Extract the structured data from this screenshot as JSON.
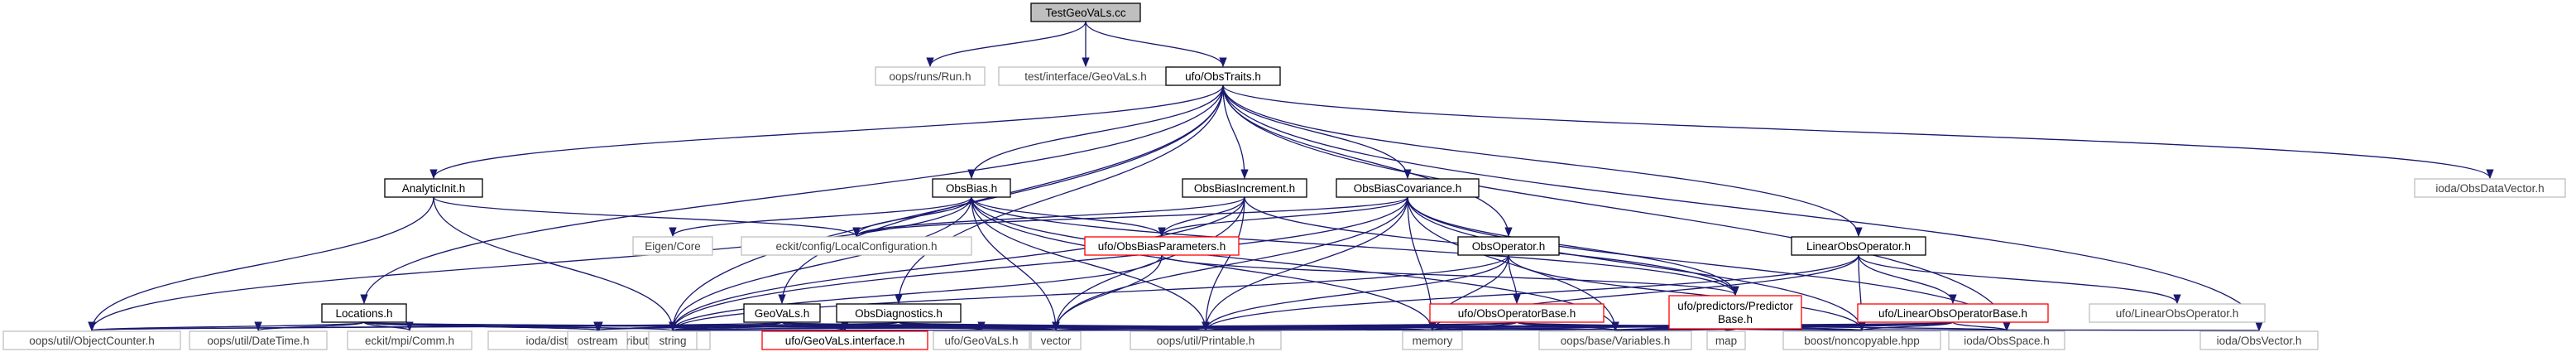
{
  "colors": {
    "edge": "#191970",
    "border_normal": "#000000",
    "border_muted": "#bfbfbf",
    "border_red": "#ff0000",
    "text_normal": "#000000",
    "text_muted": "#404040",
    "fill_root": "#bfbfbf",
    "fill_node": "#ffffff"
  },
  "nodes": [
    {
      "id": "root",
      "label": "TestGeoVaLs.cc",
      "style": "root"
    },
    {
      "id": "run",
      "label": "oops/runs/Run.h",
      "style": "muted"
    },
    {
      "id": "tgeovals",
      "label": "test/interface/GeoVaLs.h",
      "style": "muted"
    },
    {
      "id": "obstraits",
      "label": "ufo/ObsTraits.h",
      "style": "normal"
    },
    {
      "id": "analyticinit",
      "label": "AnalyticInit.h",
      "style": "normal"
    },
    {
      "id": "obsbias",
      "label": "ObsBias.h",
      "style": "normal"
    },
    {
      "id": "obsbiasinc",
      "label": "ObsBiasIncrement.h",
      "style": "normal"
    },
    {
      "id": "obsbiascov",
      "label": "ObsBiasCovariance.h",
      "style": "normal"
    },
    {
      "id": "obsdatavector",
      "label": "ioda/ObsDataVector.h",
      "style": "muted"
    },
    {
      "id": "eigen",
      "label": "Eigen/Core",
      "style": "muted"
    },
    {
      "id": "eckit",
      "label": "eckit/config/LocalConfiguration.h",
      "style": "muted"
    },
    {
      "id": "obsbiasparams",
      "label": "ufo/ObsBiasParameters.h",
      "style": "red"
    },
    {
      "id": "obsoperator",
      "label": "ObsOperator.h",
      "style": "normal"
    },
    {
      "id": "linearobsop",
      "label": "LinearObsOperator.h",
      "style": "normal"
    },
    {
      "id": "obsdiagnostics",
      "label": "ObsDiagnostics.h",
      "style": "normal"
    },
    {
      "id": "locations",
      "label": "Locations.h",
      "style": "normal"
    },
    {
      "id": "geovals",
      "label": "GeoVaLs.h",
      "style": "normal"
    },
    {
      "id": "obsopbase",
      "label": "ufo/ObsOperatorBase.h",
      "style": "red"
    },
    {
      "id": "predictor",
      "label": "ufo/predictors/Predictor\nBase.h",
      "style": "red"
    },
    {
      "id": "linearobsopbase",
      "label": "ufo/LinearObsOperatorBase.h",
      "style": "red"
    },
    {
      "id": "ufolinearobsop",
      "label": "ufo/LinearObsOperator.h",
      "style": "muted"
    },
    {
      "id": "objectcounter",
      "label": "oops/util/ObjectCounter.h",
      "style": "muted"
    },
    {
      "id": "datetime",
      "label": "oops/util/DateTime.h",
      "style": "muted"
    },
    {
      "id": "comm",
      "label": "eckit/mpi/Comm.h",
      "style": "muted"
    },
    {
      "id": "distribution",
      "label": "ioda/distribution/Distribution.h",
      "style": "muted"
    },
    {
      "id": "ostream",
      "label": "ostream",
      "style": "muted"
    },
    {
      "id": "string",
      "label": "string",
      "style": "muted"
    },
    {
      "id": "geovalsinterface",
      "label": "ufo/GeoVaLs.interface.h",
      "style": "red"
    },
    {
      "id": "ufogeovals",
      "label": "ufo/GeoVaLs.h",
      "style": "muted"
    },
    {
      "id": "vector",
      "label": "vector",
      "style": "muted"
    },
    {
      "id": "printable",
      "label": "oops/util/Printable.h",
      "style": "muted"
    },
    {
      "id": "memory",
      "label": "memory",
      "style": "muted"
    },
    {
      "id": "variables",
      "label": "oops/base/Variables.h",
      "style": "muted"
    },
    {
      "id": "map",
      "label": "map",
      "style": "muted"
    },
    {
      "id": "noncopyable",
      "label": "boost/noncopyable.hpp",
      "style": "muted"
    },
    {
      "id": "obsspace",
      "label": "ioda/ObsSpace.h",
      "style": "muted"
    },
    {
      "id": "obsvector",
      "label": "ioda/ObsVector.h",
      "style": "muted"
    }
  ],
  "edges": [
    [
      "root",
      "run"
    ],
    [
      "root",
      "tgeovals"
    ],
    [
      "root",
      "obstraits"
    ],
    [
      "obstraits",
      "analyticinit"
    ],
    [
      "obstraits",
      "obsbias"
    ],
    [
      "obstraits",
      "obsbiasinc"
    ],
    [
      "obstraits",
      "obsbiascov"
    ],
    [
      "obstraits",
      "obsdatavector"
    ],
    [
      "obstraits",
      "obsoperator"
    ],
    [
      "obstraits",
      "linearobsop"
    ],
    [
      "obstraits",
      "obsdiagnostics"
    ],
    [
      "obstraits",
      "locations"
    ],
    [
      "obstraits",
      "geovals"
    ],
    [
      "obstraits",
      "string"
    ],
    [
      "obstraits",
      "obsspace"
    ],
    [
      "obstraits",
      "obsvector"
    ],
    [
      "analyticinit",
      "eckit"
    ],
    [
      "analyticinit",
      "objectcounter"
    ],
    [
      "analyticinit",
      "string"
    ],
    [
      "obsbias",
      "eigen"
    ],
    [
      "obsbias",
      "eckit"
    ],
    [
      "obsbias",
      "obsbiasparams"
    ],
    [
      "obsbias",
      "predictor"
    ],
    [
      "obsbias",
      "objectcounter"
    ],
    [
      "obsbias",
      "printable"
    ],
    [
      "obsbias",
      "memory"
    ],
    [
      "obsbias",
      "vector"
    ],
    [
      "obsbias",
      "string"
    ],
    [
      "obsbias",
      "variables"
    ],
    [
      "obsbiasinc",
      "obsbiasparams"
    ],
    [
      "obsbiasinc",
      "eckit"
    ],
    [
      "obsbiasinc",
      "printable"
    ],
    [
      "obsbiasinc",
      "vector"
    ],
    [
      "obsbiasinc",
      "string"
    ],
    [
      "obsbiasinc",
      "predictor"
    ],
    [
      "obsbiascov",
      "obsbiasparams"
    ],
    [
      "obsbiascov",
      "eckit"
    ],
    [
      "obsbiascov",
      "predictor"
    ],
    [
      "obsbiascov",
      "printable"
    ],
    [
      "obsbiascov",
      "memory"
    ],
    [
      "obsbiascov",
      "vector"
    ],
    [
      "obsbiascov",
      "string"
    ],
    [
      "obsbiascov",
      "noncopyable"
    ],
    [
      "obsbiascov",
      "variables"
    ],
    [
      "obsbiascov",
      "obsspace"
    ],
    [
      "obsbiasparams",
      "vector"
    ],
    [
      "obsbiasparams",
      "string"
    ],
    [
      "obsbiasparams",
      "predictor"
    ],
    [
      "obsoperator",
      "obsopbase"
    ],
    [
      "obsoperator",
      "string"
    ],
    [
      "obsoperator",
      "printable"
    ],
    [
      "obsoperator",
      "memory"
    ],
    [
      "obsoperator",
      "noncopyable"
    ],
    [
      "linearobsop",
      "linearobsopbase"
    ],
    [
      "linearobsop",
      "ufolinearobsop"
    ],
    [
      "linearobsop",
      "printable"
    ],
    [
      "linearobsop",
      "memory"
    ],
    [
      "linearobsop",
      "noncopyable"
    ],
    [
      "obsdiagnostics",
      "ufogeovals"
    ],
    [
      "obsdiagnostics",
      "vector"
    ],
    [
      "obsdiagnostics",
      "string"
    ],
    [
      "obsdiagnostics",
      "ostream"
    ],
    [
      "obsdiagnostics",
      "printable"
    ],
    [
      "obsdiagnostics",
      "memory"
    ],
    [
      "obsdiagnostics",
      "variables"
    ],
    [
      "obsdiagnostics",
      "objectcounter"
    ],
    [
      "locations",
      "objectcounter"
    ],
    [
      "locations",
      "datetime"
    ],
    [
      "locations",
      "comm"
    ],
    [
      "locations",
      "distribution"
    ],
    [
      "locations",
      "ostream"
    ],
    [
      "locations",
      "string"
    ],
    [
      "locations",
      "vector"
    ],
    [
      "locations",
      "printable"
    ],
    [
      "locations",
      "memory"
    ],
    [
      "geovals",
      "geovalsinterface"
    ],
    [
      "geovals",
      "objectcounter"
    ],
    [
      "geovals",
      "ostream"
    ],
    [
      "geovals",
      "string"
    ],
    [
      "geovals",
      "vector"
    ],
    [
      "geovals",
      "printable"
    ],
    [
      "geovals",
      "variables"
    ],
    [
      "geovals",
      "memory"
    ],
    [
      "obsopbase",
      "string"
    ],
    [
      "obsopbase",
      "vector"
    ],
    [
      "obsopbase",
      "printable"
    ],
    [
      "obsopbase",
      "memory"
    ],
    [
      "obsopbase",
      "variables"
    ],
    [
      "obsopbase",
      "map"
    ],
    [
      "obsopbase",
      "noncopyable"
    ],
    [
      "obsopbase",
      "obsspace"
    ],
    [
      "predictor",
      "vector"
    ],
    [
      "predictor",
      "string"
    ],
    [
      "predictor",
      "map"
    ],
    [
      "predictor",
      "variables"
    ],
    [
      "predictor",
      "noncopyable"
    ],
    [
      "predictor",
      "obsvector"
    ],
    [
      "linearobsopbase",
      "printable"
    ],
    [
      "linearobsopbase",
      "memory"
    ],
    [
      "linearobsopbase",
      "map"
    ],
    [
      "linearobsopbase",
      "noncopyable"
    ],
    [
      "linearobsopbase",
      "obsspace"
    ],
    [
      "linearobsopbase",
      "vector"
    ],
    [
      "linearobsopbase",
      "string"
    ],
    [
      "linearobsopbase",
      "variables"
    ]
  ]
}
